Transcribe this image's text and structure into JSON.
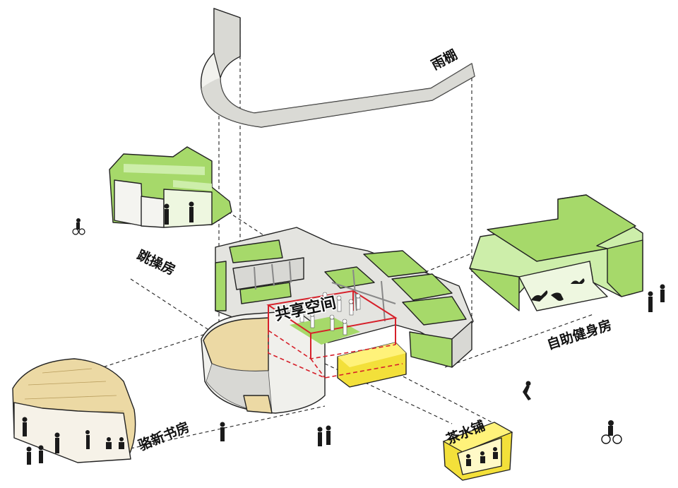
{
  "colors": {
    "green": "#a6d96a",
    "green_light": "#cdeeaa",
    "yellow": "#f3e03a",
    "wood": "#ecd9a4",
    "grey": "#d8d8d4",
    "red": "#d6202a"
  },
  "labels": {
    "canopy": "雨棚",
    "dance_room": "跳操房",
    "gym": "自助健身房",
    "shared_space": "共享空间",
    "bookstore": "骆新书房",
    "teahouse": "茶水铺"
  }
}
